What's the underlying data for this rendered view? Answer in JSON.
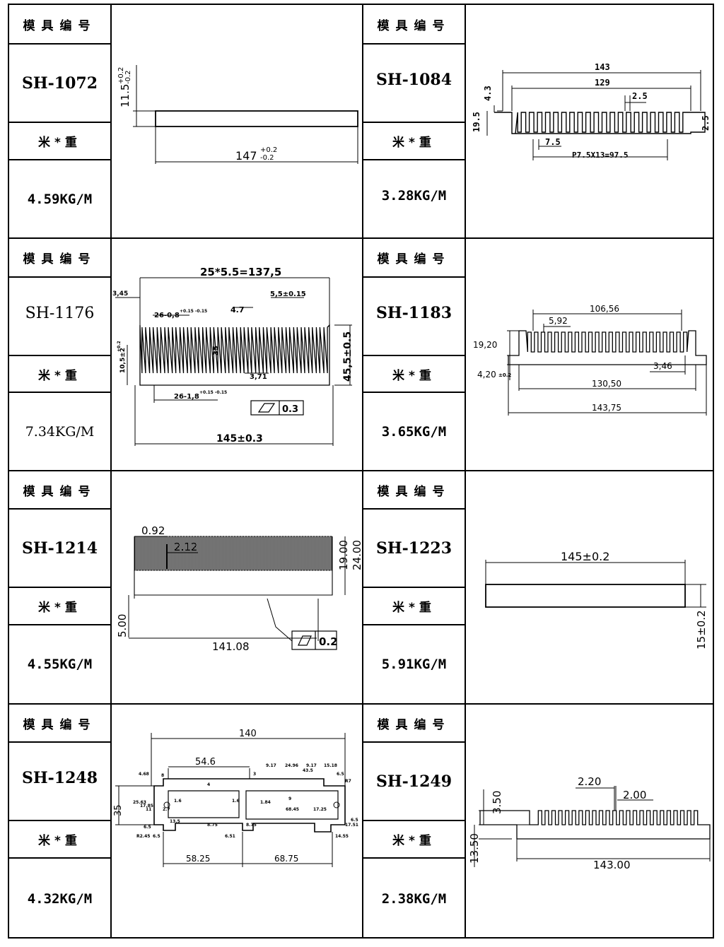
{
  "headers": {
    "mold_number": "模具编号",
    "per_meter_weight": "米*重"
  },
  "products": [
    {
      "code": "SH-1072",
      "weight": "4.59KG/M",
      "dims": {
        "height": "11.5",
        "height_tol_up": "+0.2",
        "height_tol_down": "-0.2",
        "width": "147",
        "width_tol_up": "+0.2",
        "width_tol_down": "-0.2"
      }
    },
    {
      "code": "SH-1084",
      "weight": "3.28KG/M",
      "dims": {
        "overall": "143",
        "inner": "129",
        "fin": "2.5",
        "step": "4.3",
        "height": "19.5",
        "side": "2.5",
        "pitch": "7.5",
        "pitch_total": "P7.5X13=97.5"
      }
    },
    {
      "code": "SH-1176",
      "weight": "7.34KG/M",
      "dims": {
        "pitch_total": "25*5.5=137,5",
        "edge": "3,45",
        "fin_top": "26-0,8",
        "fin_top_tol": "+0.15 -0.15",
        "gap": "4.7",
        "pitch": "5,5±0.15",
        "height": "45,5±0.5",
        "base": "10,5±2",
        "base_tol": "+0.2",
        "depth": "35",
        "slot": "3,71",
        "fin_root": "26-1,8",
        "fin_root_tol": "+0.15 -0.15",
        "flatness": "0.3",
        "width": "145±0.3"
      }
    },
    {
      "code": "SH-1183",
      "weight": "3.65KG/M",
      "dims": {
        "span": "106,56",
        "fin": "5,92",
        "height": "19,20",
        "base": "4,20",
        "base_tol": "±0.2",
        "gap": "3,46",
        "inner": "130,50",
        "overall": "143,75"
      }
    },
    {
      "code": "SH-1214",
      "weight": "4.55KG/M",
      "dims": {
        "fin_tip": "0.92",
        "fin_pitch": "2.12",
        "fin_height": "19.00",
        "height": "24.00",
        "base": "5.00",
        "width": "141.08",
        "flatness": "0.2"
      }
    },
    {
      "code": "SH-1223",
      "weight": "5.91KG/M",
      "dims": {
        "width": "145±0.2",
        "height": "15±0.2"
      }
    },
    {
      "code": "SH-1248",
      "weight": "4.32KG/M",
      "dims": {
        "overall": "140",
        "top_span": "54.6",
        "left": "58.25",
        "right": "68.75",
        "height": "35",
        "small": [
          "4.68",
          "8",
          "4",
          "3",
          "9.17",
          "24.96",
          "9.17",
          "15.18",
          "43.5",
          "6.5",
          "R7",
          "25.63",
          "17.85",
          "11",
          "2.7",
          "1.6",
          "1.6",
          "1.84",
          "9",
          "68.45",
          "17.25",
          "13.5",
          "8.75",
          "6.51",
          "8.75",
          "6.5",
          "R2.45",
          "6.5",
          "14.55",
          "17.51",
          "6.5"
        ]
      }
    },
    {
      "code": "SH-1249",
      "weight": "2.38KG/M",
      "dims": {
        "fin": "2.20",
        "gap": "2.00",
        "top": "3.50",
        "height": "13.50",
        "width": "143.00"
      }
    }
  ]
}
